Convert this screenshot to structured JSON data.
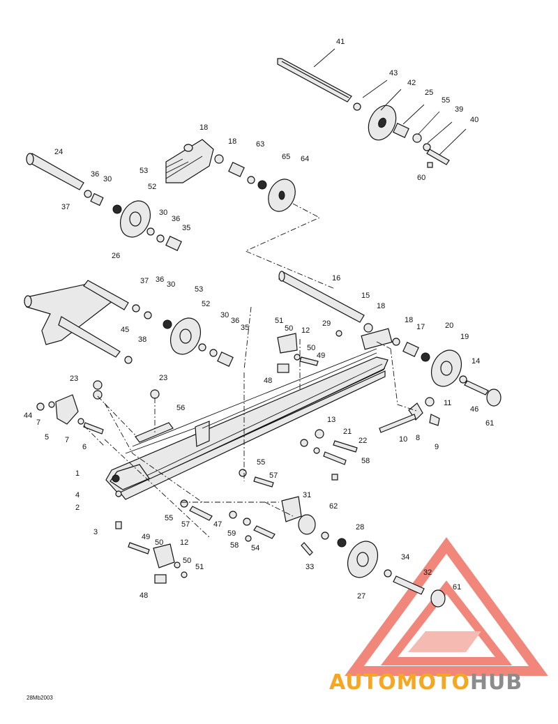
{
  "diagram": {
    "code": "28Mb2003",
    "watermark": {
      "auto": "AUTO",
      "moto": "MOTO",
      "hub": "HUB",
      "color_red": "#f07a6c",
      "color_orange": "#f5a623",
      "color_gray": "#8c8c8c"
    },
    "callouts": [
      "41",
      "43",
      "42",
      "25",
      "55",
      "39",
      "40",
      "60",
      "18",
      "18",
      "63",
      "65",
      "64",
      "24",
      "36",
      "30",
      "53",
      "52",
      "37",
      "30",
      "36",
      "35",
      "26",
      "37",
      "36",
      "30",
      "53",
      "52",
      "30",
      "36",
      "35",
      "45",
      "38",
      "16",
      "15",
      "18",
      "51",
      "50",
      "12",
      "50",
      "49",
      "48",
      "29",
      "18",
      "17",
      "20",
      "19",
      "14",
      "46",
      "61",
      "23",
      "23",
      "44",
      "7",
      "5",
      "7",
      "6",
      "56",
      "11",
      "10",
      "8",
      "9",
      "13",
      "21",
      "22",
      "58",
      "55",
      "57",
      "1",
      "4",
      "2",
      "31",
      "62",
      "28",
      "55",
      "47",
      "57",
      "59",
      "54",
      "58",
      "3",
      "49",
      "50",
      "12",
      "33",
      "34",
      "32",
      "61",
      "50",
      "51",
      "48",
      "27"
    ]
  }
}
